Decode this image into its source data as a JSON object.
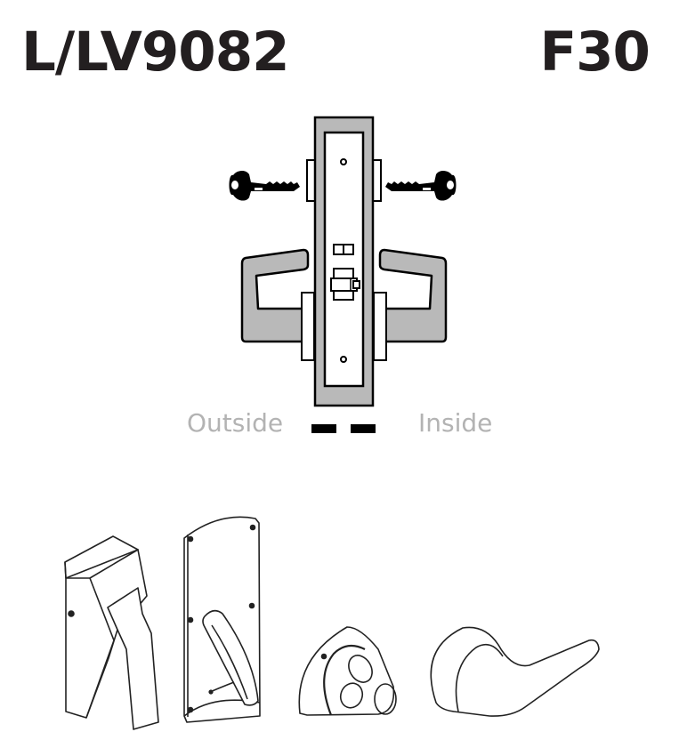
{
  "header": {
    "model_number": "L/LV9082",
    "function_code": "F30"
  },
  "diagram": {
    "legend": {
      "outside_label": "Outside",
      "inside_label": "Inside"
    },
    "colors": {
      "metal_fill": "#b9b9b9",
      "outline": "#000000",
      "label_gray": "#b3b3b3",
      "title": "#231f20"
    },
    "components": [
      "outside-key-cylinder",
      "inside-key-cylinder",
      "mortise-lock-body",
      "outside-lever",
      "inside-lever"
    ]
  },
  "trim_options": [
    "exit-device-trim",
    "escutcheon-plate-lever",
    "knob-rose",
    "lever-rose"
  ]
}
